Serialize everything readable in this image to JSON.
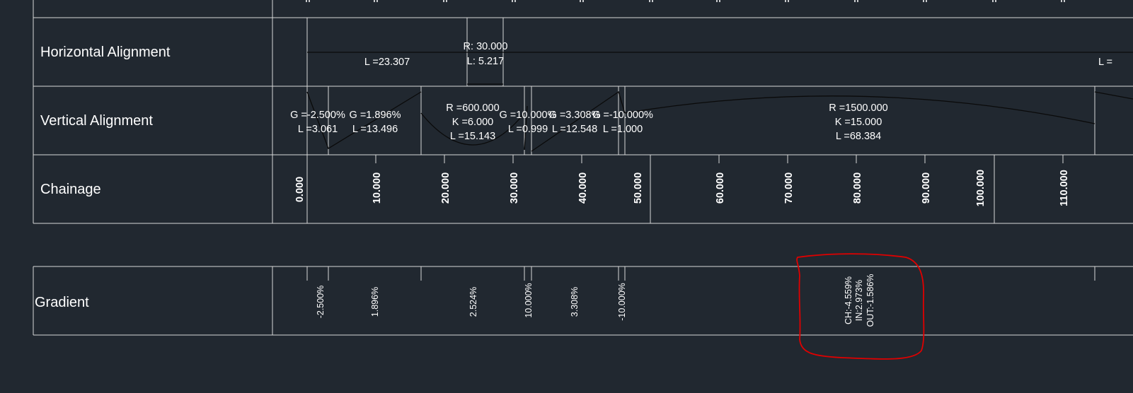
{
  "rows": {
    "horizontal": "Horizontal Alignment",
    "vertical": "Vertical Alignment",
    "chainage": "Chainage",
    "gradient": "Gradient"
  },
  "horizontal_alignment": {
    "tangent1": "L =23.307",
    "curve_radius": "R: 30.000",
    "curve_length": "L: 5.217",
    "tangent2_partial": "L ="
  },
  "vertical_alignment": [
    {
      "g": "G =-2.500%",
      "l": "L =3.061"
    },
    {
      "g": "G =1.896%",
      "l": "L =13.496"
    },
    {
      "r": "R =600.000",
      "k": "K =6.000",
      "l": "L =15.143"
    },
    {
      "g": "G =10.000%",
      "l": "L =0.999"
    },
    {
      "g": "G =3.308%",
      "l": "L =12.548"
    },
    {
      "g": "G =-10.000%",
      "l": "L =1.000"
    },
    {
      "r": "R =1500.000",
      "k": "K =15.000",
      "l": "L =68.384"
    }
  ],
  "chainage": [
    "0.000",
    "10.000",
    "20.000",
    "30.000",
    "40.000",
    "50.000",
    "60.000",
    "70.000",
    "80.000",
    "90.000",
    "100.000",
    "110.000"
  ],
  "gradient": [
    "-2.500%",
    "1.896%",
    "2.524%",
    "10.000%",
    "3.308%",
    "-10.000%"
  ],
  "highlighted_gradient": {
    "ch": "CH:-4.559%",
    "in": "IN:2.973%",
    "out": "OUT:-1.586%"
  },
  "colors": {
    "background": "#212830",
    "grid": "#d8d8d8",
    "annotation": "#e00000",
    "profile": "#0a0a0a"
  }
}
